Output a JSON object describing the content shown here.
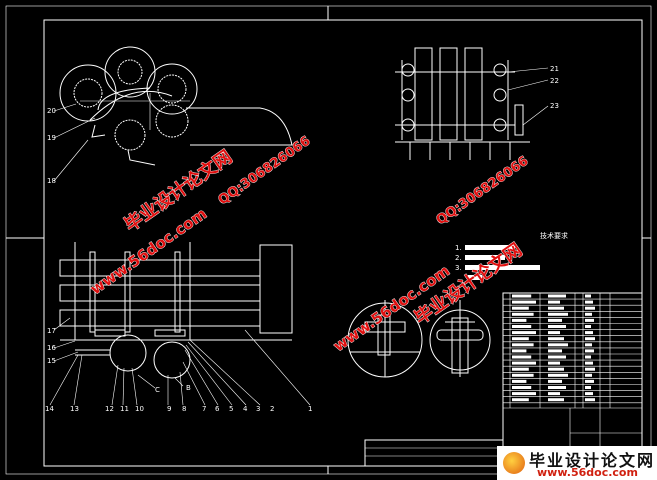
{
  "drawing": {
    "title": "Mechanical assembly drawing",
    "tech_requirements_title": "技术要求",
    "tech_requirements": [
      "1.",
      "2.",
      "3."
    ],
    "part_numbers_top": [
      "20",
      "19",
      "18"
    ],
    "part_numbers_right": [
      "21",
      "22",
      "23"
    ],
    "part_numbers_left": [
      "17",
      "16",
      "15"
    ],
    "part_numbers_bottom": [
      "14",
      "13",
      "12",
      "11",
      "10",
      "9",
      "8",
      "7",
      "6",
      "5",
      "4",
      "3",
      "2",
      "1"
    ],
    "detail_labels": [
      "C",
      "B"
    ]
  },
  "watermark": {
    "site_cn": "毕业设计论文网",
    "url": "www.56doc.com",
    "qq": "QQ:306826066"
  },
  "logo": {
    "title": "毕业设计论文网",
    "url": "www.56doc.com"
  },
  "colors": {
    "background": "#000000",
    "lines": "#ffffff",
    "watermark": "#e01010"
  }
}
